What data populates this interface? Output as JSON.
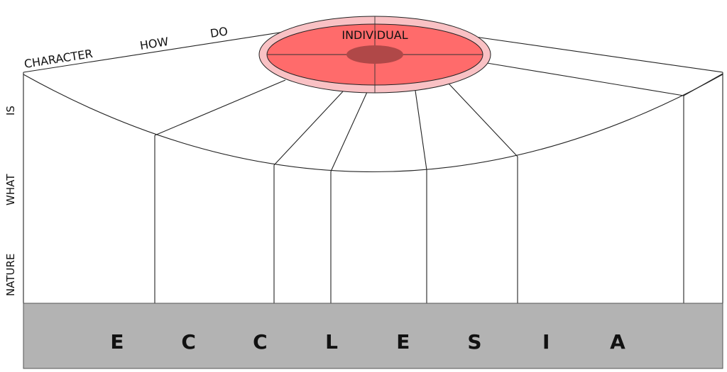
{
  "top_labels": {
    "character": "CHARACTER",
    "how": "HOW",
    "do": "DO"
  },
  "center_label": "INDIVIDUAL",
  "side_labels": {
    "is": "IS",
    "what": "WHAT",
    "nature": "NATURE"
  },
  "base_letters": [
    "E",
    "C",
    "C",
    "L",
    "E",
    "S",
    "I",
    "A"
  ],
  "colors": {
    "ellipse_outer": "#f9c1c4",
    "ellipse_inner": "#ff6b6b",
    "ellipse_core": "#b04848",
    "base_fill": "#b3b3b3",
    "base_stroke": "#555555"
  }
}
